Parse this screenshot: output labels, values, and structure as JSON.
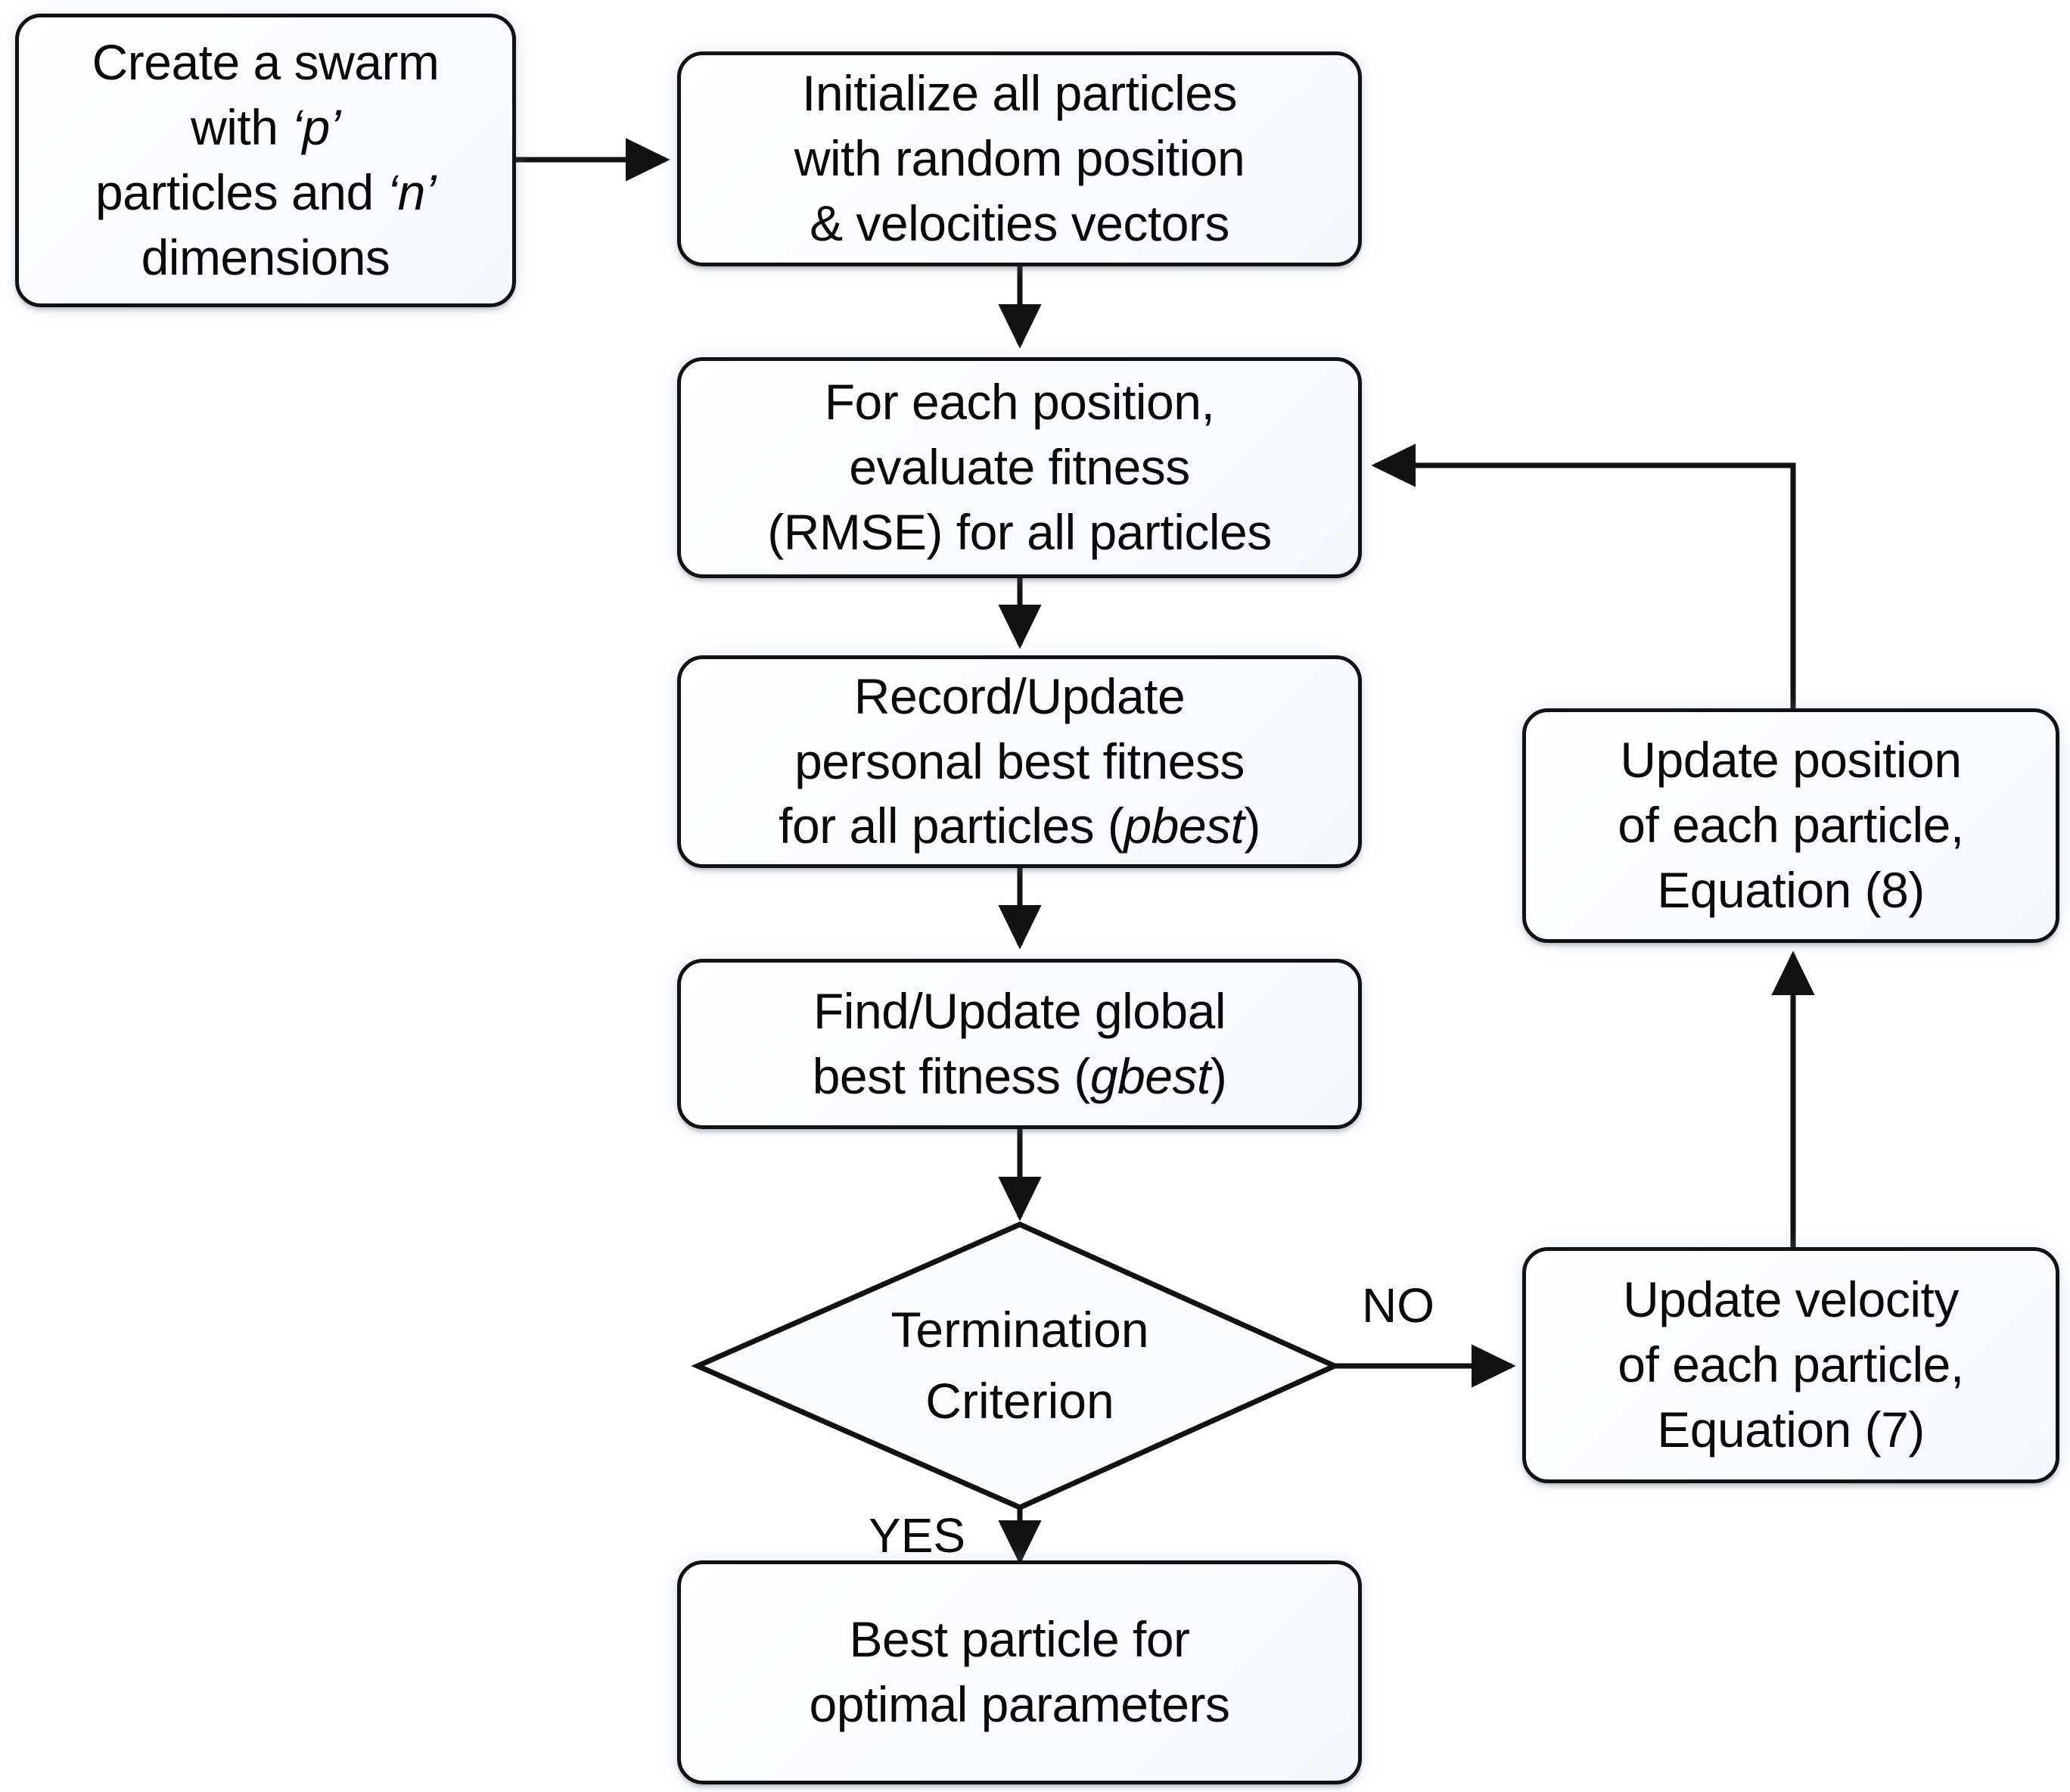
{
  "diagram": {
    "title": "Particle Swarm Optimization flowchart",
    "colors": {
      "stroke": "#121212",
      "text": "#0a0a0a",
      "background": "#ffffff",
      "node_fill": "#f7f9fc"
    },
    "nodes": {
      "create_swarm": {
        "shape": "rounded-rectangle",
        "text": "Create a swarm\nwith ‘p’\nparticles and ‘n’\ndimensions"
      },
      "initialize_particles": {
        "shape": "rounded-rectangle",
        "text": "Initialize all particles\nwith random position\n& velocities vectors"
      },
      "evaluate_fitness": {
        "shape": "rounded-rectangle",
        "text": "For each position,\nevaluate fitness\n(RMSE) for all particles"
      },
      "record_pbest": {
        "shape": "rounded-rectangle",
        "text": "Record/Update\npersonal best fitness\nfor all particles (pbest)"
      },
      "find_gbest": {
        "shape": "rounded-rectangle",
        "text": "Find/Update global\nbest fitness (gbest)"
      },
      "termination_criterion": {
        "shape": "diamond",
        "text": "Termination\nCriterion"
      },
      "update_position": {
        "shape": "rounded-rectangle",
        "text": "Update position\nof each particle,\nEquation (8)"
      },
      "update_velocity": {
        "shape": "rounded-rectangle",
        "text": "Update velocity\nof each particle,\nEquation (7)"
      },
      "best_particle": {
        "shape": "rounded-rectangle",
        "text": "Best particle for\noptimal parameters"
      }
    },
    "edge_labels": {
      "no": "NO",
      "yes": "YES"
    },
    "edges": [
      {
        "from": "create_swarm",
        "to": "initialize_particles",
        "label": ""
      },
      {
        "from": "initialize_particles",
        "to": "evaluate_fitness",
        "label": ""
      },
      {
        "from": "evaluate_fitness",
        "to": "record_pbest",
        "label": ""
      },
      {
        "from": "record_pbest",
        "to": "find_gbest",
        "label": ""
      },
      {
        "from": "find_gbest",
        "to": "termination_criterion",
        "label": ""
      },
      {
        "from": "termination_criterion",
        "to": "update_velocity",
        "label": "NO"
      },
      {
        "from": "termination_criterion",
        "to": "best_particle",
        "label": "YES"
      },
      {
        "from": "update_velocity",
        "to": "update_position",
        "label": ""
      },
      {
        "from": "update_position",
        "to": "evaluate_fitness",
        "label": ""
      }
    ]
  }
}
